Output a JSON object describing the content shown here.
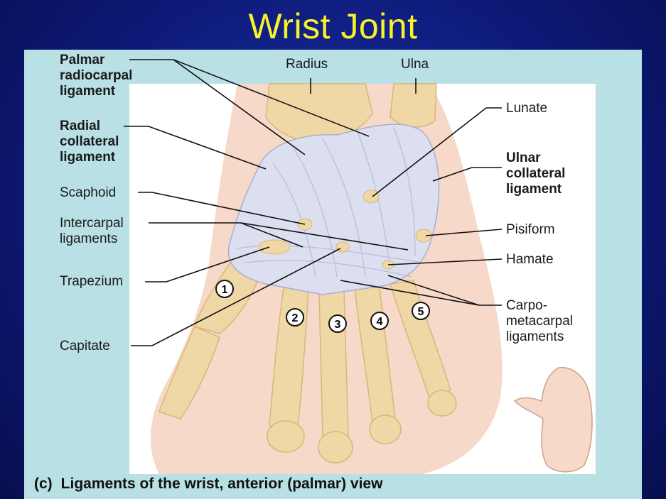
{
  "title": "Wrist Joint",
  "labels": {
    "palmar_radiocarpal": [
      "Palmar",
      "radiocarpal",
      "ligament"
    ],
    "radial_collateral": [
      "Radial",
      "collateral",
      "ligament"
    ],
    "scaphoid": "Scaphoid",
    "intercarpal": [
      "Intercarpal",
      "ligaments"
    ],
    "trapezium": "Trapezium",
    "capitate": "Capitate",
    "radius": "Radius",
    "ulna": "Ulna",
    "lunate": "Lunate",
    "ulnar_collateral": [
      "Ulnar",
      "collateral",
      "ligament"
    ],
    "pisiform": "Pisiform",
    "hamate": "Hamate",
    "carpometacarpal": [
      "Carpo-",
      "metacarpal",
      "ligaments"
    ]
  },
  "metacarpal_numbers": [
    "1",
    "2",
    "3",
    "4",
    "5"
  ],
  "caption": {
    "tag": "(c)",
    "text": "Ligaments of the wrist, anterior (palmar) view"
  },
  "colors": {
    "background": "#0d1a78",
    "title": "#f7f22a",
    "panel": "#b9e0e4",
    "skin": "#f6d9c8",
    "bone": "#efd8a6",
    "ligament": "#dcdff0"
  }
}
